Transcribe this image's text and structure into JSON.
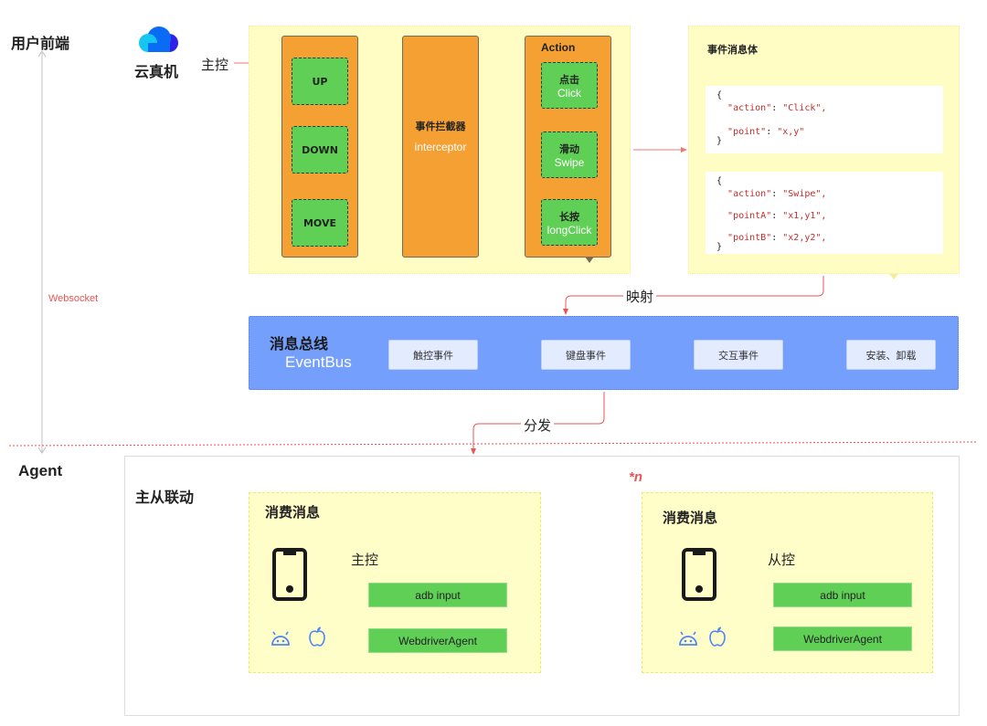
{
  "left": {
    "frontend_label": "用户前端",
    "websocket_label": "Websocket",
    "agent_label": "Agent"
  },
  "cloud": {
    "name": "云真机",
    "icon": "cloud-icon",
    "master_label": "主控"
  },
  "input_events": [
    "UP",
    "DOWN",
    "MOVE"
  ],
  "interceptor": {
    "title": "事件拦截器",
    "subtitle": "interceptor"
  },
  "action": {
    "title": "Action",
    "items": [
      {
        "cn": "点击",
        "en": "Click"
      },
      {
        "cn": "滑动",
        "en": "Swipe"
      },
      {
        "cn": "长按",
        "en": "longClick"
      }
    ]
  },
  "message_body": {
    "title": "事件消息体",
    "click": {
      "open": "{",
      "lines": [
        {
          "key": "\"action\"",
          "value": "\"Click\","
        },
        {
          "key": "\"point\"",
          "value": "\"x,y\""
        }
      ],
      "close": "}"
    },
    "swipe": {
      "open": "{",
      "lines": [
        {
          "key": "\"action\"",
          "value": "\"Swipe\","
        },
        {
          "key": "\"pointA\"",
          "value": "\"x1,y1\","
        },
        {
          "key": "\"pointB\"",
          "value": "\"x2,y2\","
        }
      ],
      "close": "}"
    }
  },
  "mapping_label": "映射",
  "bus": {
    "title": "消息总线",
    "subtitle": "EventBus",
    "items": [
      "触控事件",
      "键盘事件",
      "交互事件",
      "安装、卸载"
    ]
  },
  "dispatch_label": "分发",
  "agent": {
    "title": "主从联动",
    "multiplier": "*n",
    "consumers": [
      {
        "title": "消费消息",
        "role": "主控",
        "buttons": [
          "adb input",
          "WebdriverAgent"
        ],
        "icons": [
          "android-icon",
          "apple-icon"
        ]
      },
      {
        "title": "消费消息",
        "role": "从控",
        "buttons": [
          "adb input",
          "WebdriverAgent"
        ],
        "icons": [
          "android-icon",
          "apple-icon"
        ]
      }
    ]
  },
  "colors": {
    "orange": "#f5a033",
    "green": "#5fcf55",
    "yellow": "#fffdc4",
    "blue": "#759ffc",
    "arrow_red": "#ea5455",
    "icon_blue": "#4f86f7"
  }
}
